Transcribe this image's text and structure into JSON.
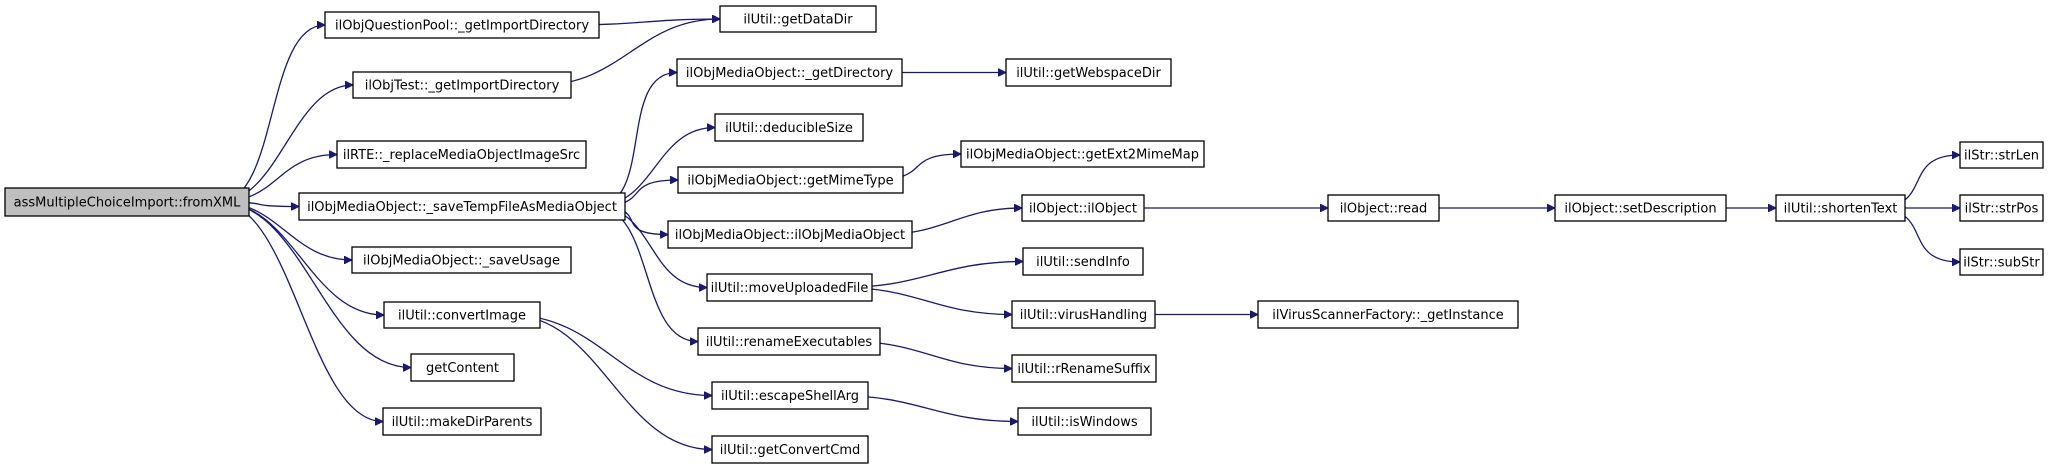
{
  "graph": {
    "edge_color": "#191970",
    "root_fill": "#bfbfbf",
    "nodes": [
      {
        "id": "root",
        "label": "assMultipleChoiceImport::fromXML"
      },
      {
        "id": "qp_gid",
        "label": "ilObjQuestionPool::_getImportDirectory"
      },
      {
        "id": "getDataDir",
        "label": "ilUtil::getDataDir"
      },
      {
        "id": "test_gid",
        "label": "ilObjTest::_getImportDirectory"
      },
      {
        "id": "rte",
        "label": "ilRTE::_replaceMediaObjectImageSrc"
      },
      {
        "id": "saveTemp",
        "label": "ilObjMediaObject::_saveTempFileAsMediaObject"
      },
      {
        "id": "saveUsage",
        "label": "ilObjMediaObject::_saveUsage"
      },
      {
        "id": "convImg",
        "label": "ilUtil::convertImage"
      },
      {
        "id": "getContent",
        "label": "getContent"
      },
      {
        "id": "makeDirP",
        "label": "ilUtil::makeDirParents"
      },
      {
        "id": "mo_getDir",
        "label": "ilObjMediaObject::_getDirectory"
      },
      {
        "id": "getWsDir",
        "label": "ilUtil::getWebspaceDir"
      },
      {
        "id": "dedSize",
        "label": "ilUtil::deducibleSize"
      },
      {
        "id": "getMime",
        "label": "ilObjMediaObject::getMimeType"
      },
      {
        "id": "ext2Mime",
        "label": "ilObjMediaObject::getExt2MimeMap"
      },
      {
        "id": "mo_ctor",
        "label": "ilObjMediaObject::ilObjMediaObject"
      },
      {
        "id": "ilObj",
        "label": "ilObject::ilObject"
      },
      {
        "id": "read",
        "label": "ilObject::read"
      },
      {
        "id": "setDesc",
        "label": "ilObject::setDescription"
      },
      {
        "id": "shorten",
        "label": "ilUtil::shortenText"
      },
      {
        "id": "strLen",
        "label": "ilStr::strLen"
      },
      {
        "id": "strPos",
        "label": "ilStr::strPos"
      },
      {
        "id": "subStr",
        "label": "ilStr::subStr"
      },
      {
        "id": "moveUp",
        "label": "ilUtil::moveUploadedFile"
      },
      {
        "id": "sendInfo",
        "label": "ilUtil::sendInfo"
      },
      {
        "id": "virus",
        "label": "ilUtil::virusHandling"
      },
      {
        "id": "vsf",
        "label": "ilVirusScannerFactory::_getInstance"
      },
      {
        "id": "renameEx",
        "label": "ilUtil::renameExecutables"
      },
      {
        "id": "rRename",
        "label": "ilUtil::rRenameSuffix"
      },
      {
        "id": "escShell",
        "label": "ilUtil::escapeShellArg"
      },
      {
        "id": "isWin",
        "label": "ilUtil::isWindows"
      },
      {
        "id": "getConv",
        "label": "ilUtil::getConvertCmd"
      }
    ],
    "edges": [
      [
        "root",
        "qp_gid"
      ],
      [
        "root",
        "test_gid"
      ],
      [
        "root",
        "rte"
      ],
      [
        "root",
        "saveTemp"
      ],
      [
        "root",
        "saveUsage"
      ],
      [
        "root",
        "convImg"
      ],
      [
        "root",
        "getContent"
      ],
      [
        "root",
        "makeDirP"
      ],
      [
        "qp_gid",
        "getDataDir"
      ],
      [
        "test_gid",
        "getDataDir"
      ],
      [
        "saveTemp",
        "mo_getDir"
      ],
      [
        "saveTemp",
        "dedSize"
      ],
      [
        "saveTemp",
        "getMime"
      ],
      [
        "saveTemp",
        "mo_ctor"
      ],
      [
        "saveTemp",
        "moveUp"
      ],
      [
        "saveTemp",
        "renameEx"
      ],
      [
        "mo_getDir",
        "getWsDir"
      ],
      [
        "getMime",
        "ext2Mime"
      ],
      [
        "mo_ctor",
        "ilObj"
      ],
      [
        "ilObj",
        "read"
      ],
      [
        "read",
        "setDesc"
      ],
      [
        "setDesc",
        "shorten"
      ],
      [
        "shorten",
        "strLen"
      ],
      [
        "shorten",
        "strPos"
      ],
      [
        "shorten",
        "subStr"
      ],
      [
        "moveUp",
        "sendInfo"
      ],
      [
        "moveUp",
        "virus"
      ],
      [
        "virus",
        "vsf"
      ],
      [
        "renameEx",
        "rRename"
      ],
      [
        "convImg",
        "escShell"
      ],
      [
        "convImg",
        "getConv"
      ],
      [
        "escShell",
        "isWin"
      ]
    ]
  }
}
